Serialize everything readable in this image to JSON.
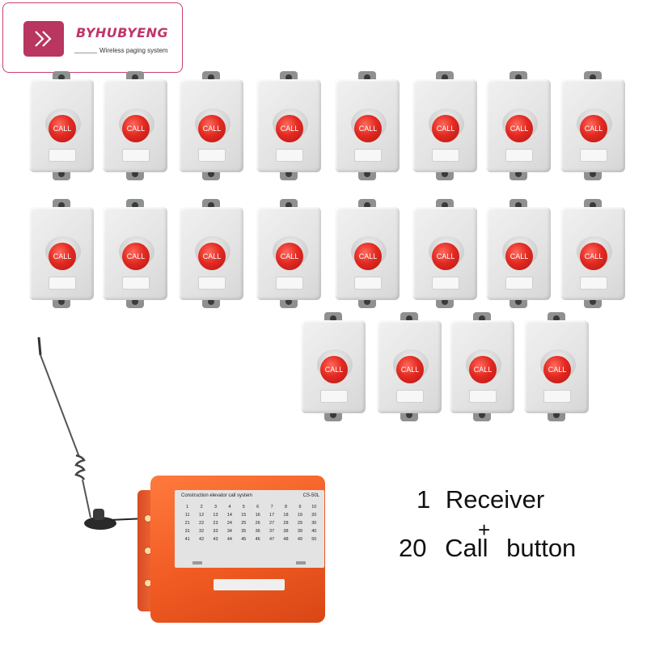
{
  "brand": {
    "name": "BYHUBYENG",
    "tagline": "Wireless paging system",
    "logo_icon": "double-chevron-right-icon",
    "color": "#b8365f"
  },
  "call_button": {
    "label": "CALL",
    "count": 20,
    "button_color": "#e32a22"
  },
  "receiver": {
    "title": "Construction elevator call system",
    "model": "CS-50L",
    "numbers": [
      "1",
      "2",
      "3",
      "4",
      "5",
      "6",
      "7",
      "8",
      "9",
      "10",
      "11",
      "12",
      "13",
      "14",
      "15",
      "16",
      "17",
      "18",
      "19",
      "20",
      "21",
      "22",
      "23",
      "24",
      "25",
      "26",
      "27",
      "28",
      "29",
      "30",
      "31",
      "32",
      "33",
      "34",
      "35",
      "36",
      "37",
      "38",
      "39",
      "40",
      "41",
      "42",
      "43",
      "44",
      "45",
      "46",
      "47",
      "48",
      "49",
      "50"
    ],
    "body_color": "#f05a22"
  },
  "caption": {
    "line1": "1 Receiver",
    "plus": "+",
    "line2": "20 Call button"
  }
}
